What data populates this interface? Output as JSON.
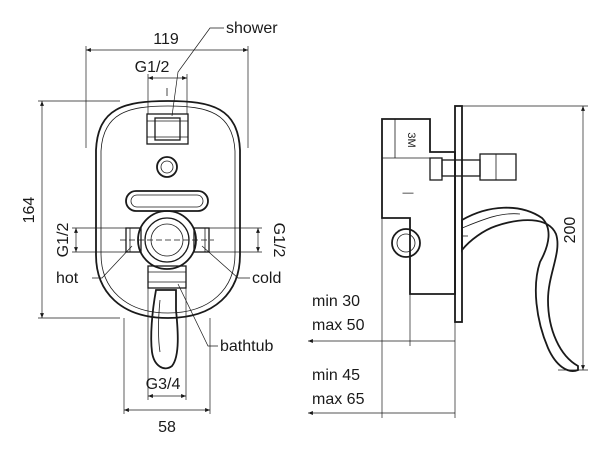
{
  "front_view": {
    "dim_width": "119",
    "dim_height": "164",
    "dim_bottom_width": "58",
    "thread_top": "G1/2",
    "thread_left": "G1/2",
    "thread_right": "G1/2",
    "thread_bottom": "G3/4",
    "label_shower": "shower",
    "label_hot": "hot",
    "label_cold": "cold",
    "label_bathtub": "bathtub"
  },
  "side_view": {
    "dim_height": "200",
    "wall_min_1": "min 30",
    "wall_max_1": "max 50",
    "wall_min_2": "min 45",
    "wall_max_2": "max 65",
    "body_mark": "3M"
  },
  "colors": {
    "line": "#1a1a1a",
    "background": "#ffffff"
  }
}
